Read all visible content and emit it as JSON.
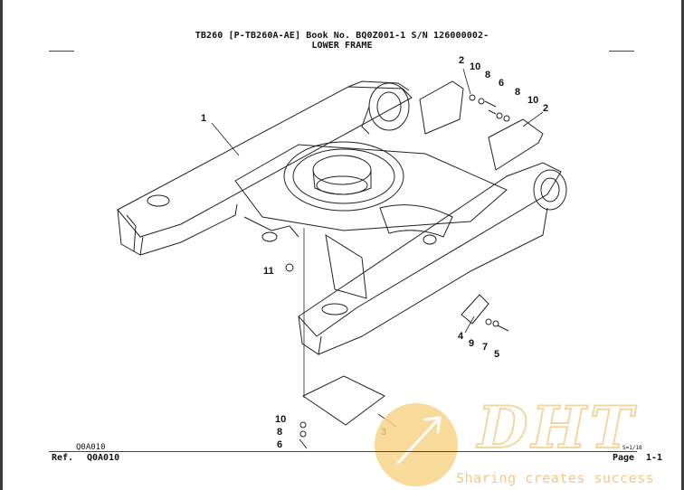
{
  "header": {
    "line1": "TB260  [P-TB260A-AE]  Book No. BQ0Z001-1  S/N 126000002-",
    "title": "LOWER FRAME"
  },
  "callouts": {
    "c1": "1",
    "c2a": "2",
    "c10a": "10",
    "c8a": "8",
    "c6a": "6",
    "c8b": "8",
    "c10b": "10",
    "c2b": "2",
    "c11": "11",
    "c4": "4",
    "c9": "9",
    "c7": "7",
    "c5": "5",
    "c3": "3",
    "c10c": "10",
    "c8c": "8",
    "c6b": "6"
  },
  "footer": {
    "ref_small": "Q0A010",
    "ref_label": "Ref.",
    "ref_code": "Q0A010",
    "sheet_mark": "S=1/18",
    "page_label": "Page",
    "page_number": "1-1"
  },
  "watermark": {
    "tagline": "Sharing creates success"
  }
}
